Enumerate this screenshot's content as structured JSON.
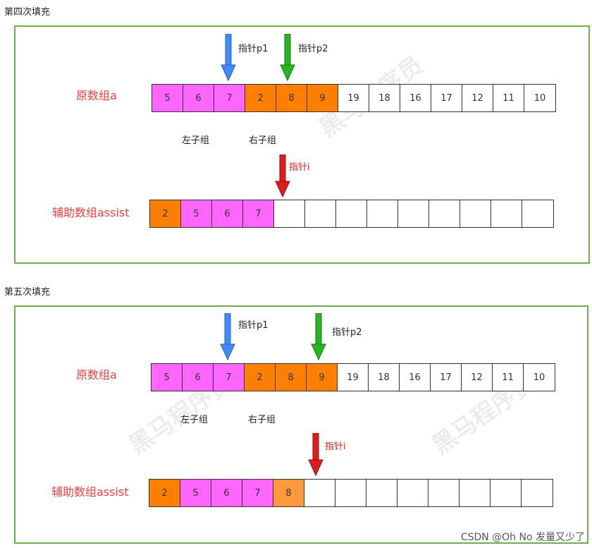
{
  "colors": {
    "pink": "#ff66ff",
    "orange": "#ff8000",
    "light_orange": "#ff9a3c",
    "white": "#ffffff",
    "panel_border": "#6fb04a",
    "label_red": "#ff3b3b",
    "blue": "#3d8bff",
    "green": "#22b81e",
    "red": "#e01b1b"
  },
  "sections": [
    {
      "caption": "第四次填充",
      "array_label": "原数组a",
      "assist_label": "辅助数组assist",
      "left_group": "左子组",
      "right_group": "右子组",
      "pointer_p1": "指针p1",
      "pointer_p2": "指针p2",
      "pointer_i": "指针i",
      "array_cells": [
        {
          "v": "5",
          "c": "pink"
        },
        {
          "v": "6",
          "c": "pink"
        },
        {
          "v": "7",
          "c": "pink"
        },
        {
          "v": "2",
          "c": "orange"
        },
        {
          "v": "8",
          "c": "orange"
        },
        {
          "v": "9",
          "c": "orange"
        },
        {
          "v": "19",
          "c": "white"
        },
        {
          "v": "18",
          "c": "white"
        },
        {
          "v": "16",
          "c": "white"
        },
        {
          "v": "17",
          "c": "white"
        },
        {
          "v": "12",
          "c": "white"
        },
        {
          "v": "11",
          "c": "white"
        },
        {
          "v": "10",
          "c": "white"
        }
      ],
      "assist_cells": [
        {
          "v": "2",
          "c": "orange"
        },
        {
          "v": "5",
          "c": "pink"
        },
        {
          "v": "6",
          "c": "pink"
        },
        {
          "v": "7",
          "c": "pink"
        },
        {
          "v": "",
          "c": "white"
        },
        {
          "v": "",
          "c": "white"
        },
        {
          "v": "",
          "c": "white"
        },
        {
          "v": "",
          "c": "white"
        },
        {
          "v": "",
          "c": "white"
        },
        {
          "v": "",
          "c": "white"
        },
        {
          "v": "",
          "c": "white"
        },
        {
          "v": "",
          "c": "white"
        },
        {
          "v": "",
          "c": "white"
        }
      ]
    },
    {
      "caption": "第五次填充",
      "array_label": "原数组a",
      "assist_label": "辅助数组assist",
      "left_group": "左子组",
      "right_group": "右子组",
      "pointer_p1": "指针p1",
      "pointer_p2": "指针p2",
      "pointer_i": "指针i",
      "array_cells": [
        {
          "v": "5",
          "c": "pink"
        },
        {
          "v": "6",
          "c": "pink"
        },
        {
          "v": "7",
          "c": "pink"
        },
        {
          "v": "2",
          "c": "orange"
        },
        {
          "v": "8",
          "c": "orange"
        },
        {
          "v": "9",
          "c": "orange"
        },
        {
          "v": "19",
          "c": "white"
        },
        {
          "v": "18",
          "c": "white"
        },
        {
          "v": "16",
          "c": "white"
        },
        {
          "v": "17",
          "c": "white"
        },
        {
          "v": "12",
          "c": "white"
        },
        {
          "v": "11",
          "c": "white"
        },
        {
          "v": "10",
          "c": "white"
        }
      ],
      "assist_cells": [
        {
          "v": "2",
          "c": "orange"
        },
        {
          "v": "5",
          "c": "pink"
        },
        {
          "v": "6",
          "c": "pink"
        },
        {
          "v": "7",
          "c": "pink"
        },
        {
          "v": "8",
          "c": "light_orange"
        },
        {
          "v": "",
          "c": "white"
        },
        {
          "v": "",
          "c": "white"
        },
        {
          "v": "",
          "c": "white"
        },
        {
          "v": "",
          "c": "white"
        },
        {
          "v": "",
          "c": "white"
        },
        {
          "v": "",
          "c": "white"
        },
        {
          "v": "",
          "c": "white"
        },
        {
          "v": "",
          "c": "white"
        }
      ]
    }
  ],
  "footer": "CSDN @Oh No 发量又少了"
}
